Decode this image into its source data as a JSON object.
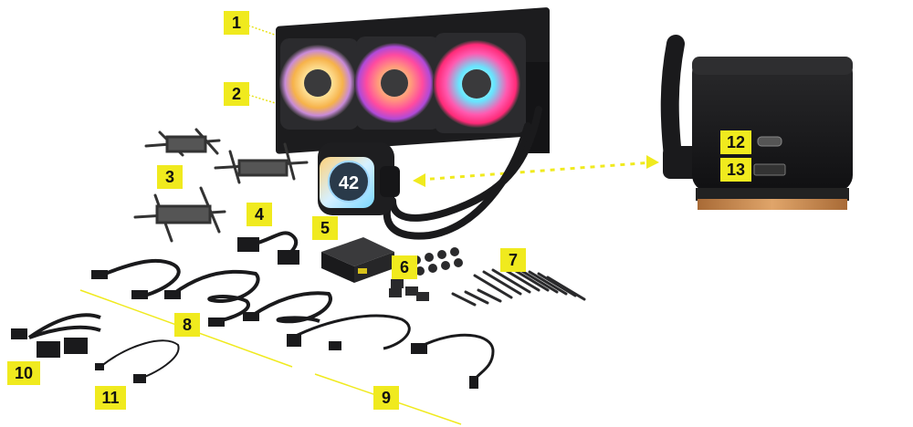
{
  "callouts": {
    "c1": "1",
    "c2": "2",
    "c3": "3",
    "c4": "4",
    "c5": "5",
    "c6": "6",
    "c7": "7",
    "c8": "8",
    "c9": "9",
    "c10": "10",
    "c11": "11",
    "c12": "12",
    "c13": "13"
  },
  "pump_display": {
    "temperature": "42"
  },
  "colors": {
    "callout_bg": "#f0ea1e",
    "leader_line": "#e8e21a",
    "product_body": "#1c1c1e",
    "copper_plate": "#c98a4e"
  }
}
